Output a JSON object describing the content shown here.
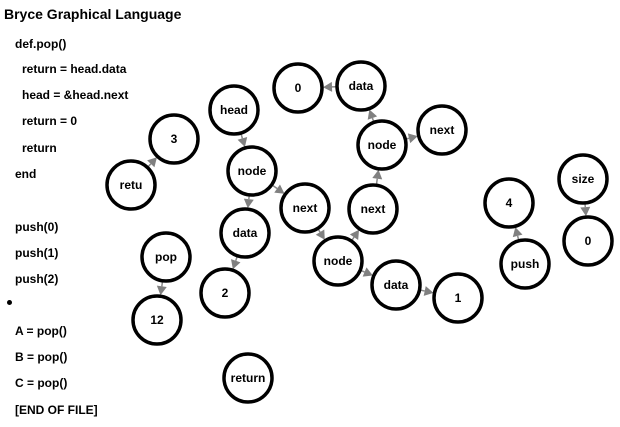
{
  "title": "Bryce Graphical Language",
  "code_lines": [
    "def.pop()",
    "return = head.data",
    "head = &head.next",
    "return = 0",
    "return",
    "end",
    "push(0)",
    "push(1)",
    "push(2)",
    "A = pop()",
    "B = pop()",
    "C = pop()",
    "[END OF FILE]"
  ],
  "nodes": [
    {
      "id": "n0",
      "label": "0"
    },
    {
      "id": "n1",
      "label": "data"
    },
    {
      "id": "n2",
      "label": "head"
    },
    {
      "id": "n3",
      "label": "node"
    },
    {
      "id": "n4",
      "label": "next"
    },
    {
      "id": "n5",
      "label": "3"
    },
    {
      "id": "n6",
      "label": "retu"
    },
    {
      "id": "n7",
      "label": "node"
    },
    {
      "id": "n8",
      "label": "next"
    },
    {
      "id": "n9",
      "label": "next"
    },
    {
      "id": "n10",
      "label": "data"
    },
    {
      "id": "n11",
      "label": "pop"
    },
    {
      "id": "n12",
      "label": "2"
    },
    {
      "id": "n13",
      "label": "node"
    },
    {
      "id": "n14",
      "label": "data"
    },
    {
      "id": "n15",
      "label": "1"
    },
    {
      "id": "n16",
      "label": "12"
    },
    {
      "id": "n17",
      "label": "return"
    },
    {
      "id": "n18",
      "label": "size"
    },
    {
      "id": "n19",
      "label": "0"
    },
    {
      "id": "n20",
      "label": "4"
    },
    {
      "id": "n21",
      "label": "push"
    }
  ],
  "edges": [
    [
      "n1",
      "n0"
    ],
    [
      "n3",
      "n1"
    ],
    [
      "n3",
      "n4"
    ],
    [
      "n2",
      "n7"
    ],
    [
      "n6",
      "n5"
    ],
    [
      "n7",
      "n10"
    ],
    [
      "n7",
      "n8"
    ],
    [
      "n8",
      "n13"
    ],
    [
      "n9",
      "n3"
    ],
    [
      "n10",
      "n12"
    ],
    [
      "n11",
      "n16"
    ],
    [
      "n13",
      "n9"
    ],
    [
      "n13",
      "n14"
    ],
    [
      "n14",
      "n15"
    ],
    [
      "n18",
      "n19"
    ],
    [
      "n21",
      "n20"
    ]
  ]
}
